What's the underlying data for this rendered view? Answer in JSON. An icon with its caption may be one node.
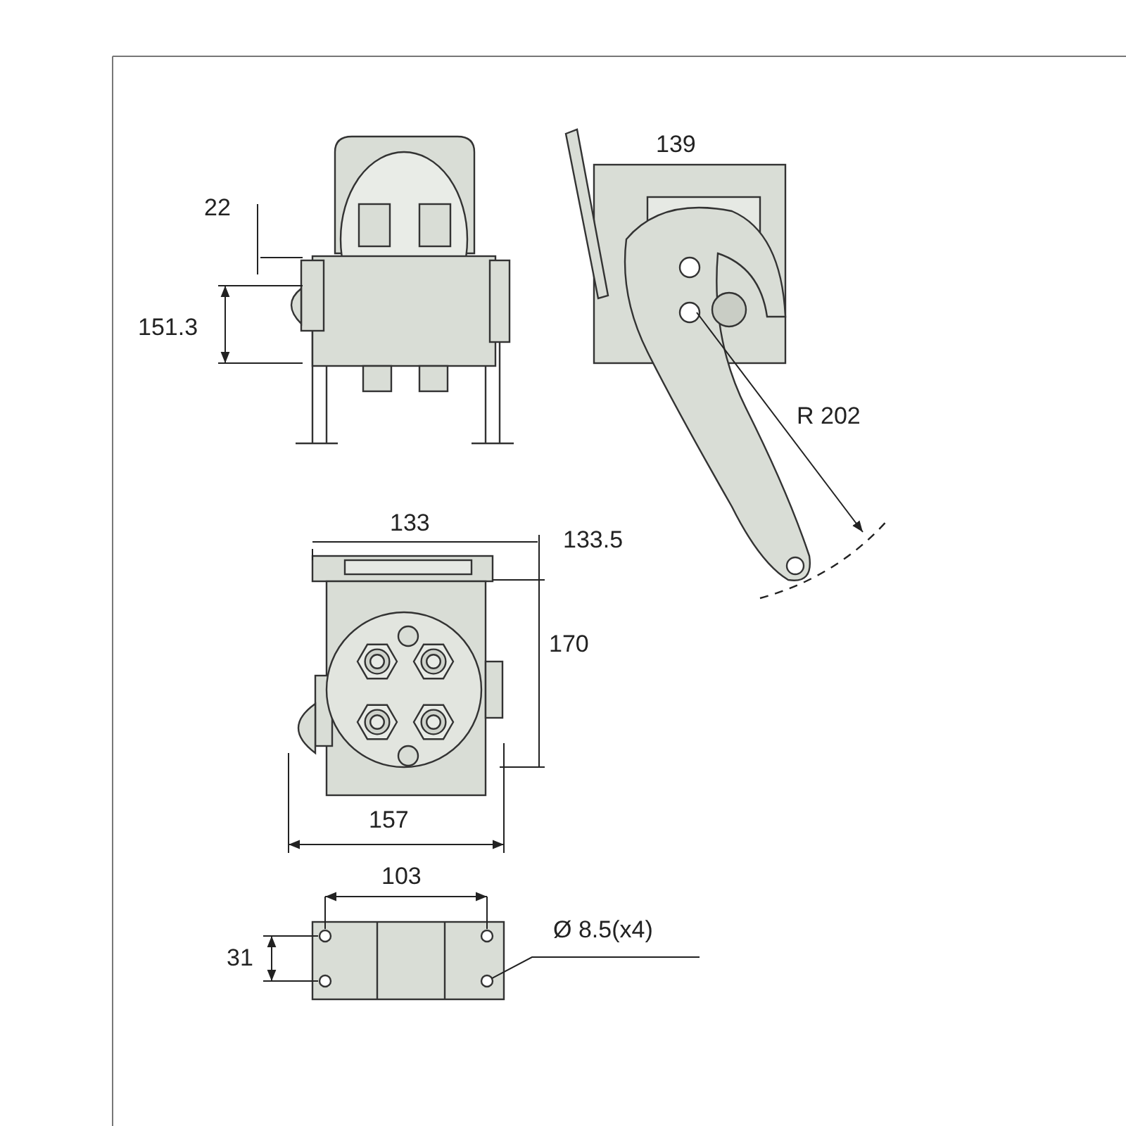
{
  "diagram": {
    "nodes": [
      {
        "text": [
          "Ø 8.5(x4)"
        ]
      },
      {
        "text": [],
        "shape": "circle"
      }
    ],
    "edges": [
      {
        "from": 0,
        "to": 1,
        "arrow": "none"
      }
    ],
    "labels": [
      "22",
      "151.3",
      "139",
      "R 202",
      "133",
      "133.5",
      "170",
      "157",
      "103",
      "31"
    ]
  }
}
